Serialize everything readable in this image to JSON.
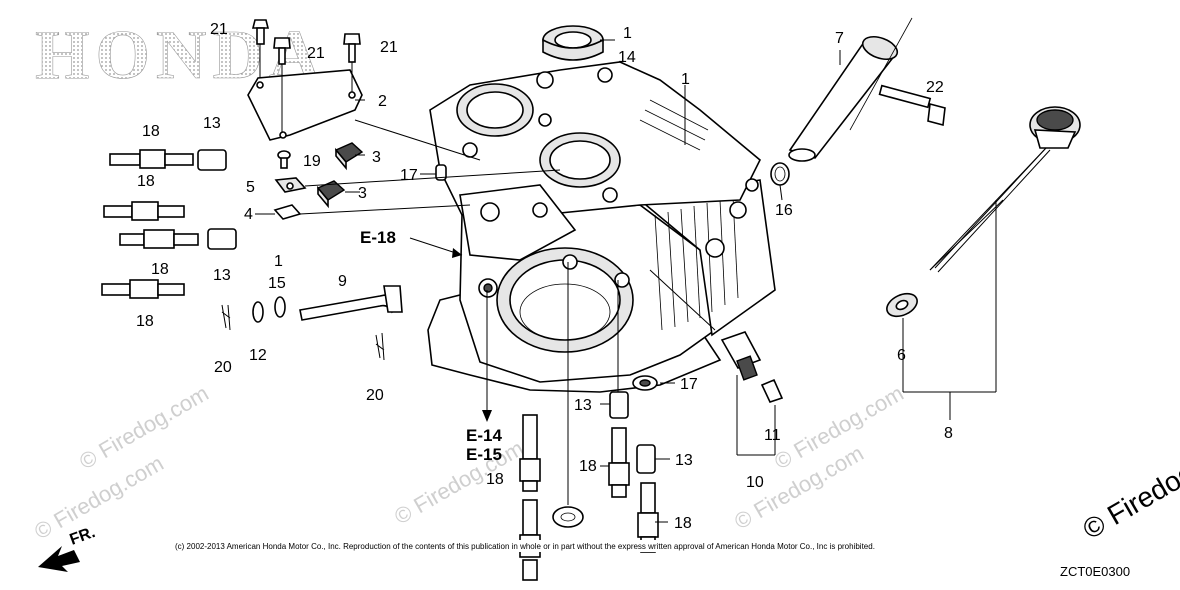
{
  "brand": "HONDA",
  "labels": {
    "l1a": "1",
    "l14": "14",
    "l1b": "1",
    "l7": "7",
    "l22": "22",
    "l21a": "21",
    "l21b": "21",
    "l21c": "21",
    "l2": "2",
    "l18a": "18",
    "l13a": "13",
    "l19": "19",
    "l3a": "3",
    "l17a": "17",
    "l18b": "18",
    "l5": "5",
    "l3b": "3",
    "l4": "4",
    "l16": "16",
    "l18c": "18",
    "l13b": "13",
    "l1c": "1",
    "l15": "15",
    "l9": "9",
    "l18d": "18",
    "l20a": "20",
    "l12": "12",
    "l20b": "20",
    "l6": "6",
    "l8": "8",
    "l17b": "17",
    "l13c": "13",
    "l11": "11",
    "l13d": "13",
    "l18e": "18",
    "l10": "10",
    "l18f": "18",
    "l18g": "18"
  },
  "refs": {
    "e18": "E-18",
    "e14": "E-14",
    "e15": "E-15"
  },
  "direction": "FR.",
  "copyright": "(c) 2002-2013 American Honda Motor Co., Inc. Reproduction of the contents of this publication in whole or in part without the express written approval of American Honda Motor Co., Inc is prohibited.",
  "diagram_code": "ZCT0E0300",
  "watermark": "© Firedog.com",
  "watermark_corner": "© Firedog"
}
